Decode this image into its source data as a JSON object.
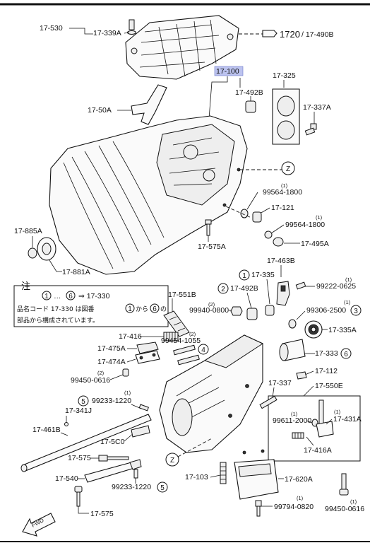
{
  "note": {
    "title": "注",
    "line1_prefix": "…",
    "line1_arrow": "⇒ 17-330",
    "line2": "品名コード 17-330 は図番",
    "line2_from": "から",
    "line2_to": "の",
    "line3": "部品から構成されています。",
    "circle_start": "1",
    "circle_end": "6"
  },
  "labels": {
    "p17_530": "17-530",
    "p17_339A": "17-339A",
    "p1720": "1720",
    "p17_490B": "/ 17-490B",
    "p17_100": "17-100",
    "p17_492B_top": "17-492B",
    "p17_325": "17-325",
    "p17_337A": "17-337A",
    "p17_50A": "17-50A",
    "z_top": "Z",
    "p99564_1800_a": "99564-1800",
    "qty_99564_a": "(1)",
    "p17_121": "17-121",
    "p99564_1800_b": "99564-1800",
    "qty_99564_b": "(1)",
    "p17_495A": "17-495A",
    "p17_575A": "17-575A",
    "p17_885A": "17-885A",
    "p17_881A": "17-881A",
    "p17_463B": "17-463B",
    "p17_335": "17-335",
    "circ_1": "1",
    "p99222_0625": "99222-0625",
    "qty_99222": "(1)",
    "circ_2": "2",
    "p17_492B_mid": "17-492B",
    "p17_551B": "17-551B",
    "p99940_0800": "99940-0800",
    "qty_99940": "(2)",
    "p99306_2500": "99306-2500",
    "qty_99306": "(1)",
    "circ_3": "3",
    "p17_335A": "17-335A",
    "p17_416": "17-416",
    "p99454_1055": "99454-1055",
    "qty_99454": "(2)",
    "circ_4": "4",
    "p17_475A": "17-475A",
    "p17_474A": "17-474A",
    "p17_333": "17-333",
    "circ_6": "6",
    "p99450_0616_a": "99450-0616",
    "qty_99450_a": "(2)",
    "p17_112": "17-112",
    "p17_550E": "17-550E",
    "circ_5a": "5",
    "p99233_1220_a": "99233-1220",
    "qty_99233_a": "(1)",
    "p17_337": "17-337",
    "p17_341J": "17-341J",
    "p99611_2000": "99611-2000",
    "qty_99611": "(1)",
    "p17_431A": "17-431A",
    "qty_17431": "(1)",
    "p17_461B": "17-461B",
    "p17_5C0": "17-5C0",
    "p17_416A": "17-416A",
    "p17_575_a": "17-575",
    "z_bottom": "Z",
    "p17_540": "17-540",
    "p99233_1220_b": "99233-1220",
    "circ_5b": "5",
    "p17_103": "17-103",
    "p17_620A": "17-620A",
    "p99450_0616_b": "99450-0616",
    "qty_99450_b": "(1)",
    "p99794_0820": "99794-0820",
    "qty_99794": "(1)",
    "p17_575_b": "17-575",
    "fwd": "FWD"
  }
}
